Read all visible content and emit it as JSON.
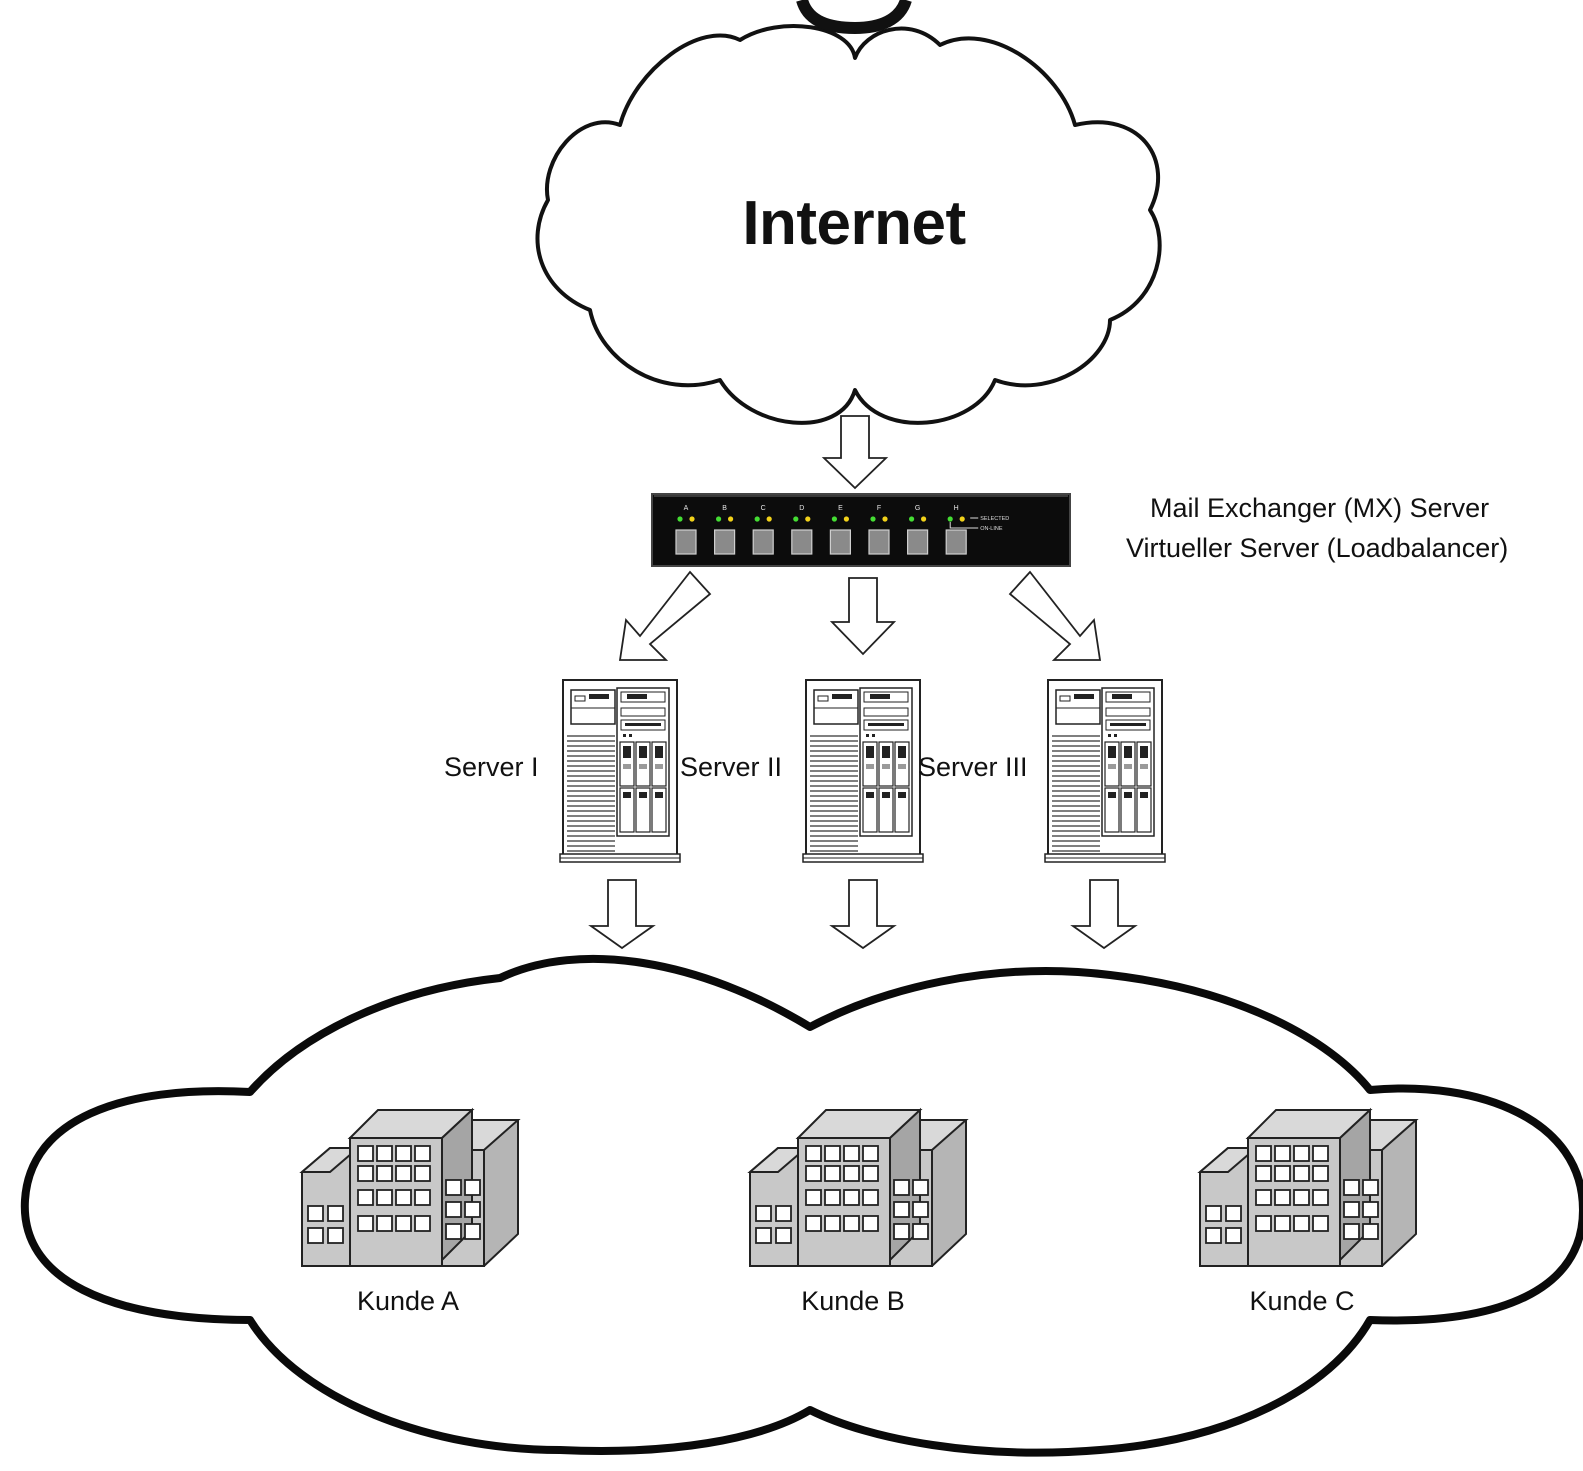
{
  "internet": {
    "label": "Internet"
  },
  "loadbalancer": {
    "line1": "Mail Exchanger (MX) Server",
    "line2": "Virtueller Server (Loadbalancer)",
    "ports": [
      "A",
      "B",
      "C",
      "D",
      "E",
      "F",
      "G",
      "H"
    ],
    "legend_selected": "SELECTED",
    "legend_online": "ON-LINE"
  },
  "servers": [
    {
      "label": "Server I"
    },
    {
      "label": "Server II"
    },
    {
      "label": "Server III"
    }
  ],
  "customers": [
    {
      "label": "Kunde A"
    },
    {
      "label": "Kunde B"
    },
    {
      "label": "Kunde C"
    }
  ]
}
